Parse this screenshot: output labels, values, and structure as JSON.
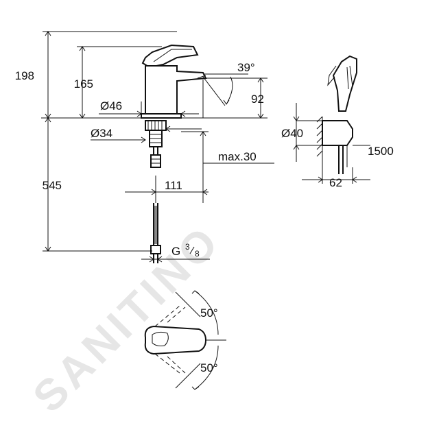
{
  "watermark": "SANITINO",
  "dimensions": {
    "h198": "198",
    "h165": "165",
    "d46": "Ø46",
    "d34": "Ø34",
    "angle39": "39°",
    "h92": "92",
    "max30": "max.30",
    "h545": "545",
    "w111": "111",
    "thread_g": "G",
    "thread_num": "3",
    "thread_den": "8",
    "d40": "Ø40",
    "hose1500": "1500",
    "w62": "62",
    "angle50_top": "50°",
    "angle50_bottom": "50°"
  },
  "colors": {
    "line": "#111111",
    "watermark": "#e6e6e6"
  }
}
